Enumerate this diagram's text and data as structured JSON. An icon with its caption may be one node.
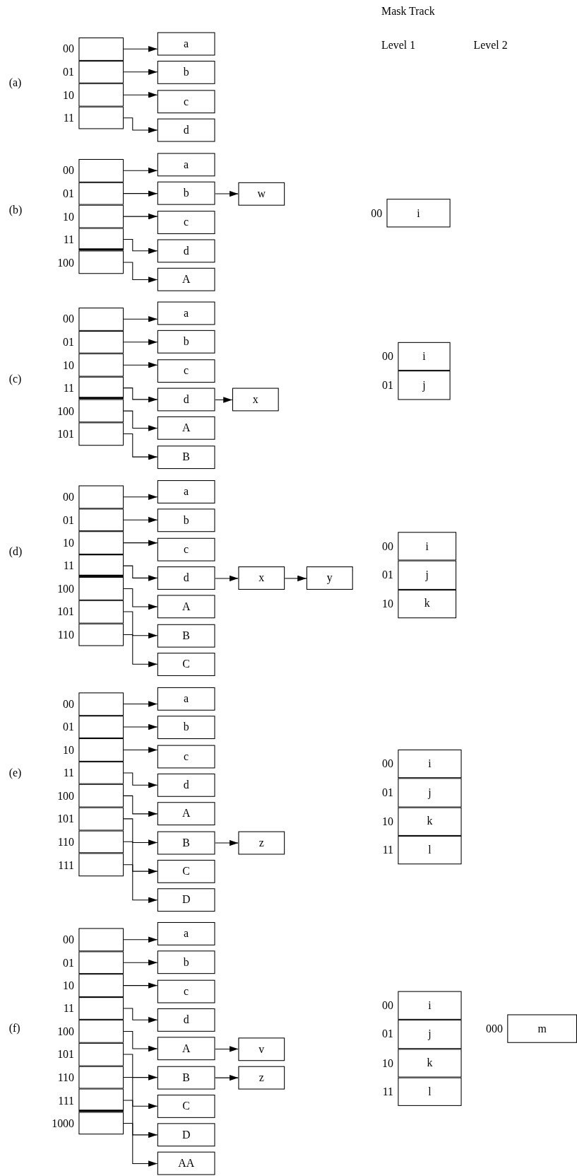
{
  "diagram": {
    "nodes": [
      {
        "text": [],
        "shape": "box",
        "beside": [
          "00"
        ]
      },
      {
        "text": [],
        "shape": "box",
        "beside": [
          "01"
        ]
      },
      {
        "text": [],
        "shape": "box",
        "beside": [
          "10"
        ]
      },
      {
        "text": [],
        "shape": "box",
        "beside": [
          "11"
        ]
      },
      {
        "text": [
          "a"
        ]
      },
      {
        "text": [
          "b"
        ]
      },
      {
        "text": [
          "c"
        ]
      },
      {
        "text": [
          "d"
        ]
      },
      {
        "text": [],
        "shape": "box",
        "beside": [
          "00"
        ]
      },
      {
        "text": [],
        "shape": "box",
        "beside": [
          "01"
        ]
      },
      {
        "text": [],
        "shape": "box",
        "beside": [
          "10"
        ]
      },
      {
        "text": [],
        "shape": "box",
        "beside": [
          "11"
        ]
      },
      {
        "text": [],
        "shape": "box",
        "beside": [
          "100"
        ]
      },
      {
        "text": [
          "a"
        ]
      },
      {
        "text": [
          "b"
        ]
      },
      {
        "text": [
          "c"
        ]
      },
      {
        "text": [
          "d"
        ]
      },
      {
        "text": [
          "A"
        ]
      },
      {
        "text": [
          "w"
        ]
      },
      {
        "text": [
          "i"
        ],
        "beside": [
          "00"
        ]
      },
      {
        "text": [],
        "shape": "box",
        "beside": [
          "00"
        ]
      },
      {
        "text": [],
        "shape": "box",
        "beside": [
          "01"
        ]
      },
      {
        "text": [],
        "shape": "box",
        "beside": [
          "10"
        ]
      },
      {
        "text": [],
        "shape": "box",
        "beside": [
          "11"
        ]
      },
      {
        "text": [],
        "shape": "box",
        "beside": [
          "100"
        ]
      },
      {
        "text": [],
        "shape": "box",
        "beside": [
          "101"
        ]
      },
      {
        "text": [
          "a"
        ]
      },
      {
        "text": [
          "b"
        ]
      },
      {
        "text": [
          "c"
        ]
      },
      {
        "text": [
          "d"
        ]
      },
      {
        "text": [
          "A"
        ]
      },
      {
        "text": [
          "B"
        ]
      },
      {
        "text": [
          "x"
        ]
      },
      {
        "text": [
          "i"
        ],
        "beside": [
          "00"
        ]
      },
      {
        "text": [
          "j"
        ],
        "beside": [
          "01"
        ]
      },
      {
        "text": [],
        "shape": "box",
        "beside": [
          "00"
        ]
      },
      {
        "text": [],
        "shape": "box",
        "beside": [
          "01"
        ]
      },
      {
        "text": [],
        "shape": "box",
        "beside": [
          "10"
        ]
      },
      {
        "text": [],
        "shape": "box",
        "beside": [
          "11"
        ]
      },
      {
        "text": [],
        "shape": "box",
        "beside": [
          "100"
        ]
      },
      {
        "text": [],
        "shape": "box",
        "beside": [
          "101"
        ]
      },
      {
        "text": [],
        "shape": "box",
        "beside": [
          "110"
        ]
      },
      {
        "text": [
          "a"
        ]
      },
      {
        "text": [
          "b"
        ]
      },
      {
        "text": [
          "c"
        ]
      },
      {
        "text": [
          "d"
        ]
      },
      {
        "text": [
          "A"
        ]
      },
      {
        "text": [
          "B"
        ]
      },
      {
        "text": [
          "C"
        ]
      },
      {
        "text": [
          "x"
        ]
      },
      {
        "text": [
          "y"
        ]
      },
      {
        "text": [
          "i"
        ],
        "beside": [
          "00"
        ]
      },
      {
        "text": [
          "j"
        ],
        "beside": [
          "01"
        ]
      },
      {
        "text": [
          "k"
        ],
        "beside": [
          "10"
        ]
      },
      {
        "text": [],
        "shape": "box",
        "beside": [
          "00"
        ]
      },
      {
        "text": [],
        "shape": "box",
        "beside": [
          "01"
        ]
      },
      {
        "text": [],
        "shape": "box",
        "beside": [
          "10"
        ]
      },
      {
        "text": [],
        "shape": "box",
        "beside": [
          "11"
        ]
      },
      {
        "text": [],
        "shape": "box",
        "beside": [
          "100"
        ]
      },
      {
        "text": [],
        "shape": "box",
        "beside": [
          "101"
        ]
      },
      {
        "text": [],
        "shape": "box",
        "beside": [
          "110"
        ]
      },
      {
        "text": [],
        "shape": "box",
        "beside": [
          "111"
        ]
      },
      {
        "text": [
          "a"
        ]
      },
      {
        "text": [
          "b"
        ]
      },
      {
        "text": [
          "c"
        ]
      },
      {
        "text": [
          "d"
        ]
      },
      {
        "text": [
          "A"
        ]
      },
      {
        "text": [
          "B"
        ]
      },
      {
        "text": [
          "C"
        ]
      },
      {
        "text": [
          "D"
        ]
      },
      {
        "text": [
          "z"
        ]
      },
      {
        "text": [
          "i"
        ],
        "beside": [
          "00"
        ]
      },
      {
        "text": [
          "j"
        ],
        "beside": [
          "01"
        ]
      },
      {
        "text": [
          "k"
        ],
        "beside": [
          "10"
        ]
      },
      {
        "text": [
          "l"
        ],
        "beside": [
          "11"
        ]
      },
      {
        "text": [],
        "shape": "box",
        "beside": [
          "00"
        ]
      },
      {
        "text": [],
        "shape": "box",
        "beside": [
          "01"
        ]
      },
      {
        "text": [],
        "shape": "box",
        "beside": [
          "10"
        ]
      },
      {
        "text": [],
        "shape": "box",
        "beside": [
          "11"
        ]
      },
      {
        "text": [],
        "shape": "box",
        "beside": [
          "100"
        ]
      },
      {
        "text": [],
        "shape": "box",
        "beside": [
          "101"
        ]
      },
      {
        "text": [],
        "shape": "box",
        "beside": [
          "110"
        ]
      },
      {
        "text": [],
        "shape": "box",
        "beside": [
          "111"
        ]
      },
      {
        "text": [],
        "shape": "box",
        "beside": [
          "1000"
        ]
      },
      {
        "text": [
          "a"
        ]
      },
      {
        "text": [
          "b"
        ]
      },
      {
        "text": [
          "c"
        ]
      },
      {
        "text": [
          "d"
        ]
      },
      {
        "text": [
          "A"
        ]
      },
      {
        "text": [
          "B"
        ]
      },
      {
        "text": [
          "C"
        ]
      },
      {
        "text": [
          "D"
        ]
      },
      {
        "text": [
          "AA"
        ]
      },
      {
        "text": [
          "v"
        ]
      },
      {
        "text": [
          "z"
        ]
      },
      {
        "text": [
          "i"
        ],
        "beside": [
          "00"
        ]
      },
      {
        "text": [
          "j"
        ],
        "beside": [
          "01"
        ]
      },
      {
        "text": [
          "k"
        ],
        "beside": [
          "10"
        ]
      },
      {
        "text": [
          "l"
        ],
        "beside": [
          "11"
        ]
      },
      {
        "text": [
          "m"
        ],
        "beside": [
          "000"
        ]
      }
    ],
    "edges": [
      {
        "from": 0,
        "to": 4,
        "arrow": "to"
      },
      {
        "from": 1,
        "to": 5,
        "arrow": "to"
      },
      {
        "from": 2,
        "to": 6,
        "arrow": "to"
      },
      {
        "from": 3,
        "to": 7,
        "arrow": "to"
      },
      {
        "from": 8,
        "to": 13,
        "arrow": "to"
      },
      {
        "from": 9,
        "to": 14,
        "arrow": "to"
      },
      {
        "from": 10,
        "to": 15,
        "arrow": "to"
      },
      {
        "from": 11,
        "to": 16,
        "arrow": "to"
      },
      {
        "from": 12,
        "to": 17,
        "arrow": "to"
      },
      {
        "from": 14,
        "to": 18,
        "arrow": "to"
      },
      {
        "from": 20,
        "to": 26,
        "arrow": "to"
      },
      {
        "from": 21,
        "to": 27,
        "arrow": "to"
      },
      {
        "from": 22,
        "to": 28,
        "arrow": "to"
      },
      {
        "from": 23,
        "to": 29,
        "arrow": "to"
      },
      {
        "from": 24,
        "to": 30,
        "arrow": "to"
      },
      {
        "from": 25,
        "to": 31,
        "arrow": "to"
      },
      {
        "from": 29,
        "to": 32,
        "arrow": "to"
      },
      {
        "from": 35,
        "to": 42,
        "arrow": "to"
      },
      {
        "from": 36,
        "to": 43,
        "arrow": "to"
      },
      {
        "from": 37,
        "to": 44,
        "arrow": "to"
      },
      {
        "from": 38,
        "to": 45,
        "arrow": "to"
      },
      {
        "from": 39,
        "to": 46,
        "arrow": "to"
      },
      {
        "from": 40,
        "to": 47,
        "arrow": "to"
      },
      {
        "from": 41,
        "to": 48,
        "arrow": "to"
      },
      {
        "from": 45,
        "to": 49,
        "arrow": "to"
      },
      {
        "from": 49,
        "to": 50,
        "arrow": "to"
      },
      {
        "from": 54,
        "to": 62,
        "arrow": "to"
      },
      {
        "from": 55,
        "to": 63,
        "arrow": "to"
      },
      {
        "from": 56,
        "to": 64,
        "arrow": "to"
      },
      {
        "from": 57,
        "to": 65,
        "arrow": "to"
      },
      {
        "from": 58,
        "to": 66,
        "arrow": "to"
      },
      {
        "from": 59,
        "to": 67,
        "arrow": "to"
      },
      {
        "from": 60,
        "to": 68,
        "arrow": "to"
      },
      {
        "from": 61,
        "to": 69,
        "arrow": "to"
      },
      {
        "from": 67,
        "to": 70,
        "arrow": "to"
      },
      {
        "from": 75,
        "to": 84,
        "arrow": "to"
      },
      {
        "from": 76,
        "to": 85,
        "arrow": "to"
      },
      {
        "from": 77,
        "to": 86,
        "arrow": "to"
      },
      {
        "from": 78,
        "to": 87,
        "arrow": "to"
      },
      {
        "from": 79,
        "to": 88,
        "arrow": "to"
      },
      {
        "from": 80,
        "to": 89,
        "arrow": "to"
      },
      {
        "from": 81,
        "to": 90,
        "arrow": "to"
      },
      {
        "from": 82,
        "to": 91,
        "arrow": "to"
      },
      {
        "from": 83,
        "to": 92,
        "arrow": "to"
      },
      {
        "from": 88,
        "to": 93,
        "arrow": "to"
      },
      {
        "from": 89,
        "to": 94,
        "arrow": "to"
      }
    ],
    "labels": [
      "Mask Track",
      "Level 1",
      "Level 2",
      "(a)",
      "(b)",
      "(c)",
      "(d)",
      "(e)",
      "(f)"
    ]
  }
}
